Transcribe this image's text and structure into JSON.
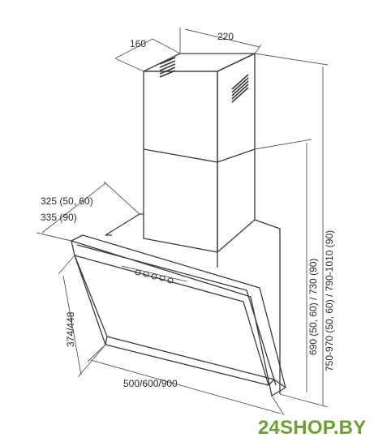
{
  "dimensions": {
    "depth_top": "160",
    "width_top": "220",
    "offset_1": "325 (50, 60)",
    "offset_2": "335 (90)",
    "panel_height": "374/448",
    "width_bottom": "500/600/900",
    "height_1": "690 (50, 60) / 730 (90)",
    "height_2": "750-970 (50, 60) / 790-1010 (90)"
  },
  "watermark": "24SHOP.BY",
  "colors": {
    "line": "#3a3a3a",
    "dim_line": "#555555",
    "brand": "#6aa132"
  }
}
